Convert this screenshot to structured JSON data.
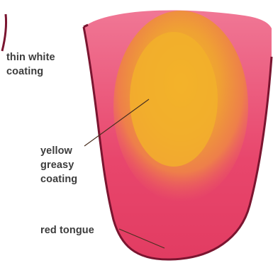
{
  "labels": {
    "thin_white_coating": [
      "thin white",
      "coating"
    ],
    "yellow_greasy_coating": [
      "yellow",
      "greasy",
      "coating"
    ],
    "red_tongue": "red tongue"
  },
  "colors": {
    "tongue_red": "#e8456f",
    "tongue_pink": "#f06c8a",
    "coating_yellow": "#f1b12a",
    "coating_orange": "#ee8a3a",
    "outline": "#7a1530",
    "pointer": "#4a3020",
    "label_text": "#3c3c3c"
  }
}
